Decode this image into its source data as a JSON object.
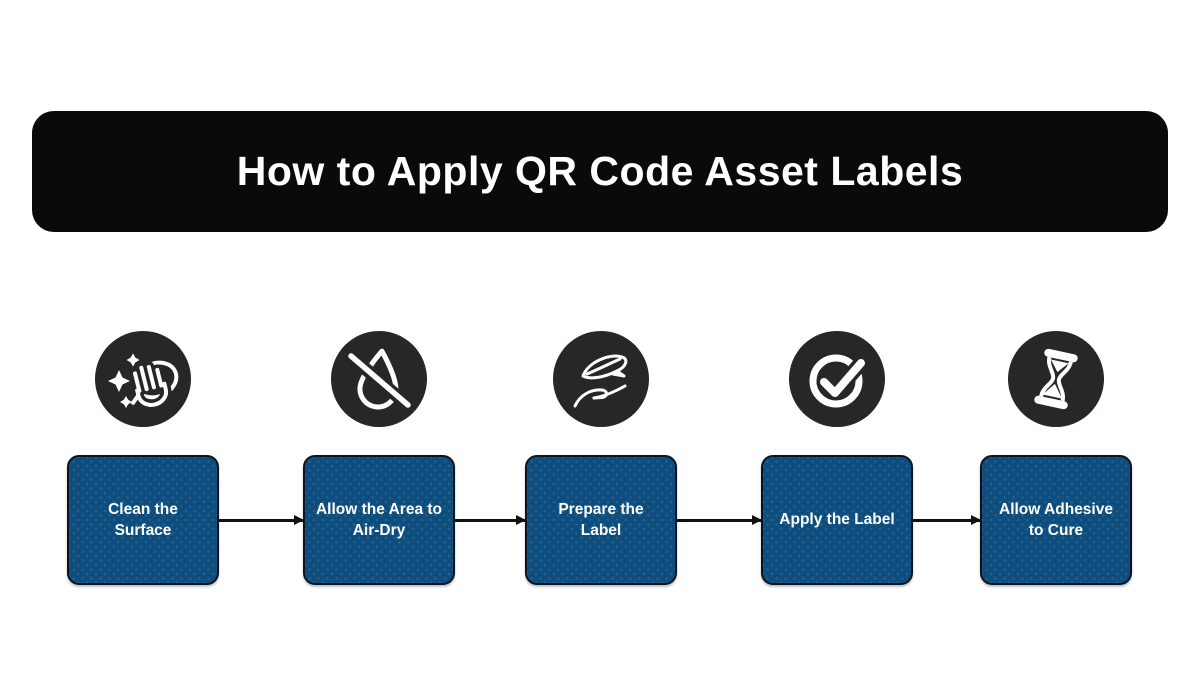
{
  "page": {
    "background_color": "#ffffff"
  },
  "banner": {
    "title": "How to Apply QR Code Asset Labels",
    "bg_color": "#0a0a0a",
    "text_color": "#ffffff"
  },
  "flow": {
    "box_fill_color": "#0e4e7e",
    "box_border_color": "#0c1420",
    "box_text_color": "#ffffff",
    "icon_circle_color": "#282626",
    "icon_glyph_color": "#ffffff",
    "arrow_color": "#111111",
    "steps": [
      {
        "label": "Clean the Surface",
        "icon": "cleaning-hand-sparkles-icon"
      },
      {
        "label": "Allow the Area to Air-Dry",
        "icon": "no-water-drop-icon"
      },
      {
        "label": "Prepare the Label",
        "icon": "feather-on-hand-icon"
      },
      {
        "label": "Apply the Label",
        "icon": "check-circle-icon"
      },
      {
        "label": "Allow Adhesive to Cure",
        "icon": "hourglass-icon"
      }
    ]
  }
}
